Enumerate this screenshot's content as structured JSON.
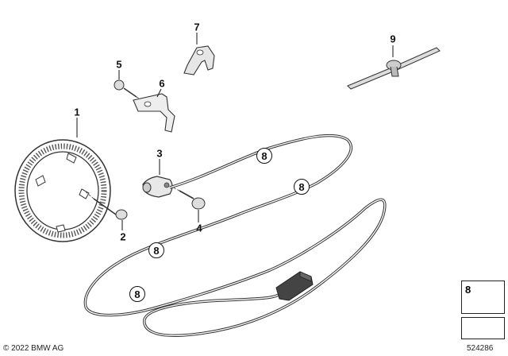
{
  "callouts": {
    "c1": "1",
    "c2": "2",
    "c3": "3",
    "c4": "4",
    "c5": "5",
    "c6": "6",
    "c7": "7",
    "c8a": "8",
    "c8b": "8",
    "c8c": "8",
    "c8d": "8",
    "c9": "9"
  },
  "legend": {
    "number": "8"
  },
  "footer": {
    "copyright": "© 2022 BMW AG",
    "ref": "524286"
  }
}
